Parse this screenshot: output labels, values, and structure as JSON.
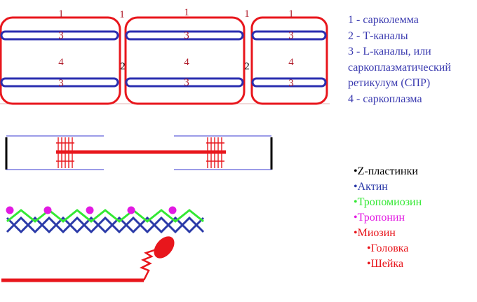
{
  "sarcomere_labels": {
    "sarcolemma": "1",
    "t_tubule": "2",
    "l_tubule": "3",
    "sarcoplasm": "4"
  },
  "legend_top": [
    "1 - сарколемма",
    "2 - Т-каналы",
    "3 - L-каналы, или",
    "саркоплазматический",
    "ретикулум (СПР)",
    "4 - саркоплазма"
  ],
  "legend_bottom": {
    "z_discs": "•Z-пластинки",
    "actin": "•Актин",
    "tropomyosin": "•Тропомиозин",
    "troponin": "•Тропонин",
    "myosin": "•Миозин",
    "head": "•Головка",
    "neck": "•Шейка"
  },
  "colors": {
    "sarcolemma": "#e8161c",
    "l_channels": "#2b2fb0",
    "label_text": "#b01c2a",
    "legend_blue": "#3b3bb0",
    "actin": "#2b3aa8",
    "tropomyosin": "#33e833",
    "troponin": "#e21ae2",
    "myosin": "#e8161c",
    "z_disc": "#000000"
  }
}
